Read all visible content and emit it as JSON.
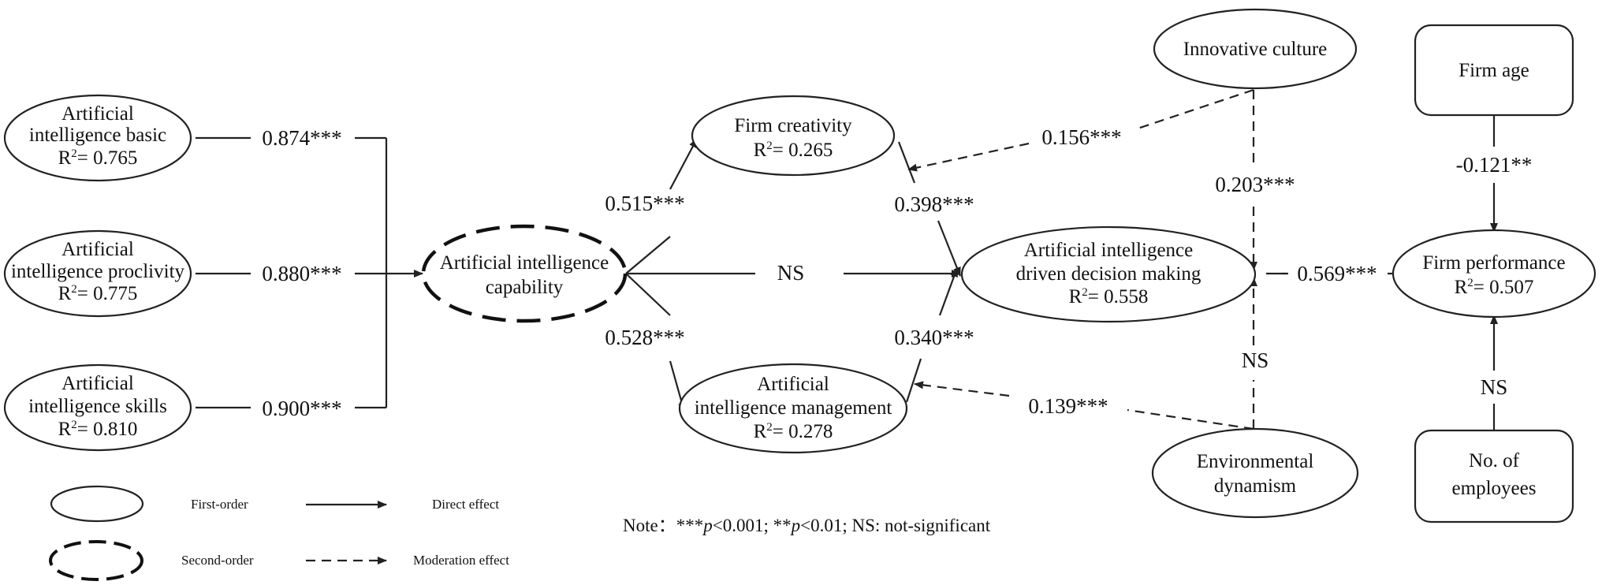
{
  "nodes": {
    "ai_basic": {
      "line1": "Artificial",
      "line2": "intelligence basic",
      "r2_prefix": "R",
      "r2_value": "= 0.765"
    },
    "ai_proclivity": {
      "line1": "Artificial",
      "line2": "intelligence proclivity",
      "r2_prefix": "R",
      "r2_value": "= 0.775"
    },
    "ai_skills": {
      "line1": "Artificial",
      "line2": "intelligence skills",
      "r2_prefix": "R",
      "r2_value": "= 0.810"
    },
    "ai_capability": {
      "line1": "Artificial intelligence",
      "line2": "capability"
    },
    "firm_creativity": {
      "line1": "Firm  creativity",
      "r2_prefix": "R",
      "r2_value": "= 0.265"
    },
    "ai_management": {
      "line1": "Artificial",
      "line2": "intelligence management",
      "r2_prefix": "R",
      "r2_value": "= 0.278"
    },
    "ai_decision": {
      "line1": "Artificial intelligence",
      "line2": "driven decision making",
      "r2_prefix": "R",
      "r2_value": "= 0.558"
    },
    "innovative_culture": {
      "line1": "Innovative culture"
    },
    "env_dynamism": {
      "line1": "Environmental",
      "line2": "dynamism"
    },
    "firm_age": {
      "line1": "Firm age"
    },
    "firm_performance": {
      "line1": "Firm performance",
      "r2_prefix": "R",
      "r2_value": "= 0.507"
    },
    "employees": {
      "line1": "No. of",
      "line2": "employees"
    }
  },
  "paths": {
    "basic_to_cap": "0.874***",
    "proclivity_to_cap": "0.880***",
    "skills_to_cap": "0.900***",
    "cap_to_creativity": "0.515***",
    "cap_to_management": "0.528***",
    "cap_to_decision": "NS",
    "creativity_to_decision": "0.398***",
    "management_to_decision": "0.340***",
    "culture_to_creativity": "0.156***",
    "culture_to_decision_perf": "0.203***",
    "dynamism_to_management": "0.139***",
    "dynamism_to_decision_perf": "NS",
    "decision_to_performance": "0.569***",
    "age_to_performance": "-0.121**",
    "employees_to_performance": "NS"
  },
  "legend": {
    "first_order": "First-order",
    "second_order": "Second-order",
    "direct_effect": "Direct effect",
    "moderation_effect": "Moderation effect"
  },
  "note": {
    "prefix": "Note：***",
    "p1": "p",
    "mid": "<0.001; **",
    "p2": "p",
    "suffix": "<0.01; NS: not-significant"
  }
}
